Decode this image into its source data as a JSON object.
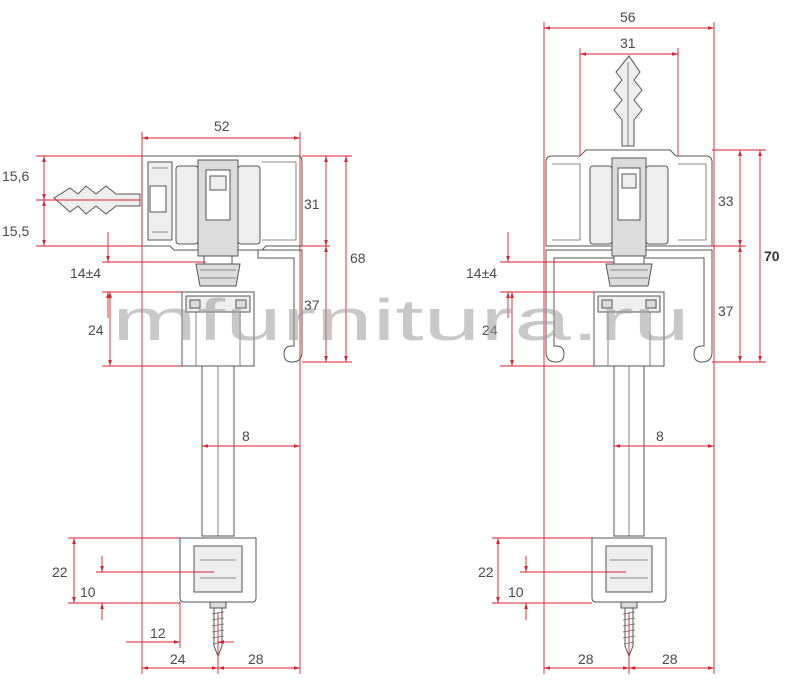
{
  "watermark": "mfurnitura.ru",
  "colors": {
    "dimension_line": "#d9202e",
    "outline": "#555555",
    "text": "#4a4a4a"
  },
  "left_view": {
    "dim_total_width": "52",
    "dim_top_offset": "15,6",
    "dim_bottom_offset": "15,5",
    "dim_profile_upper": "31",
    "dim_profile_lower": "37",
    "dim_total_height": "68",
    "dim_adjust": "14±4",
    "dim_carriage": "24",
    "dim_rod": "8",
    "dim_shoe_height": "22",
    "dim_shoe_inner": "10",
    "dim_screw_offset": "12",
    "dim_bottom_left": "24",
    "dim_bottom_right": "28"
  },
  "right_view": {
    "dim_total_width": "56",
    "dim_inner_width": "31",
    "dim_profile_upper": "33",
    "dim_profile_lower": "37",
    "dim_total_height": "70",
    "dim_adjust": "14±4",
    "dim_carriage": "24",
    "dim_rod": "8",
    "dim_shoe_height": "22",
    "dim_shoe_inner": "10",
    "dim_bottom_left": "28",
    "dim_bottom_right": "28"
  }
}
